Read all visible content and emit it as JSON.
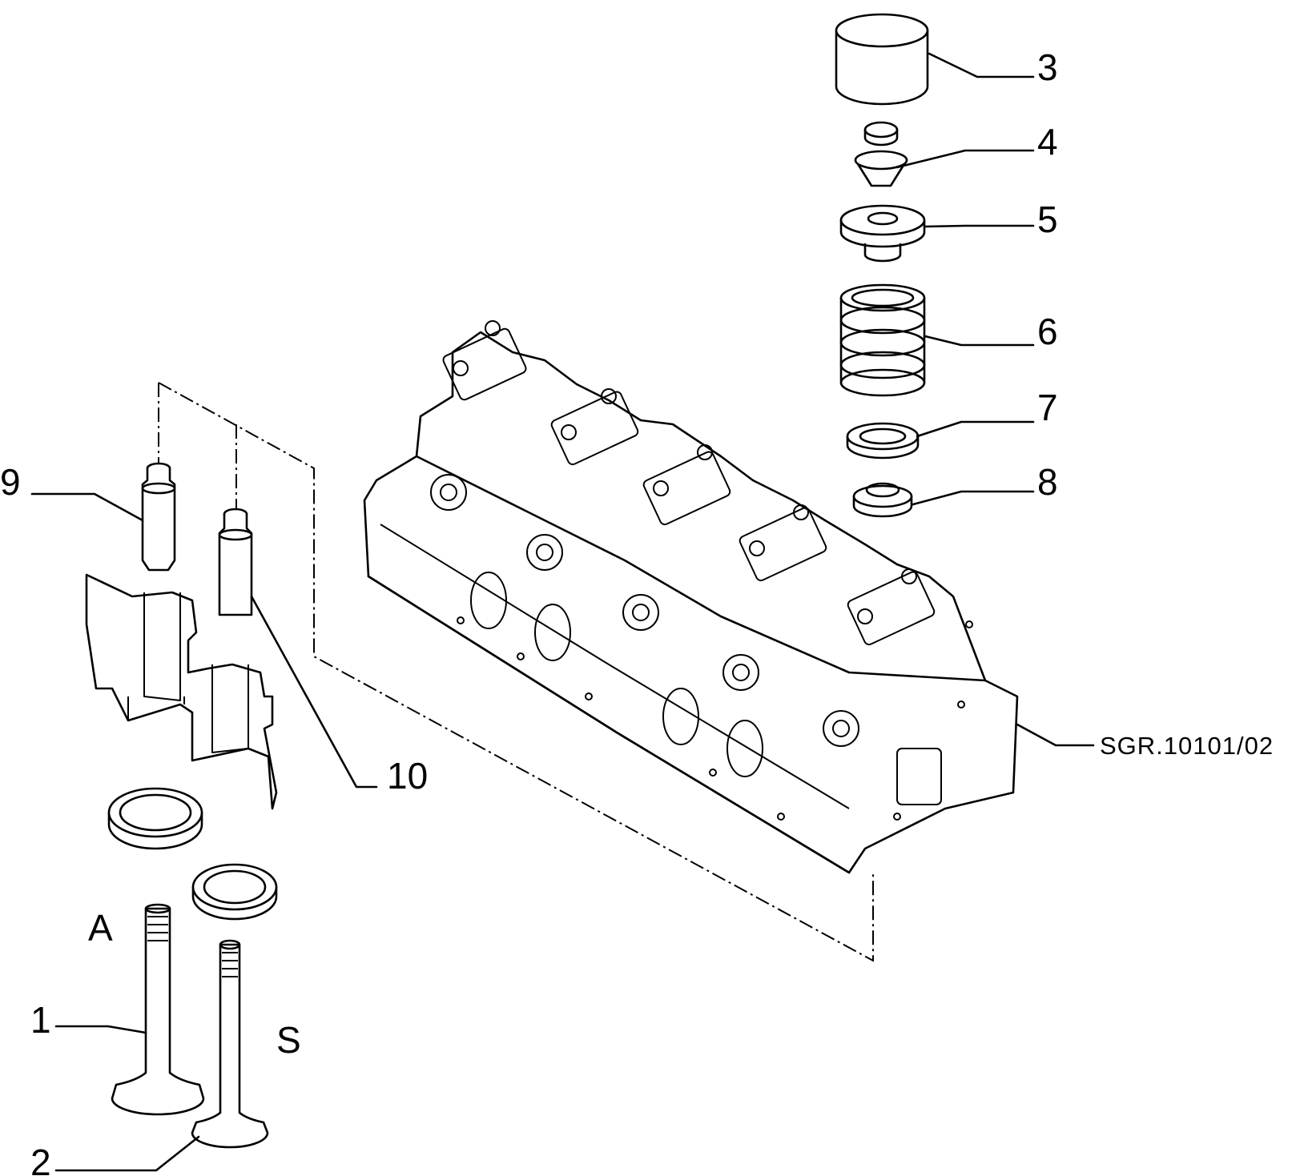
{
  "drawing_reference": "SGR.10101/02",
  "side_labels": {
    "intake": "A",
    "exhaust": "S"
  },
  "callouts": [
    {
      "number": "1",
      "part": "intake-valve"
    },
    {
      "number": "2",
      "part": "exhaust-valve"
    },
    {
      "number": "3",
      "part": "tappet-bucket"
    },
    {
      "number": "4",
      "part": "valve-cotters"
    },
    {
      "number": "5",
      "part": "upper-spring-retainer"
    },
    {
      "number": "6",
      "part": "valve-spring"
    },
    {
      "number": "7",
      "part": "lower-spring-seat"
    },
    {
      "number": "8",
      "part": "valve-stem-seal"
    },
    {
      "number": "9",
      "part": "valve-guide"
    },
    {
      "number": "10",
      "part": "valve-guide"
    }
  ]
}
